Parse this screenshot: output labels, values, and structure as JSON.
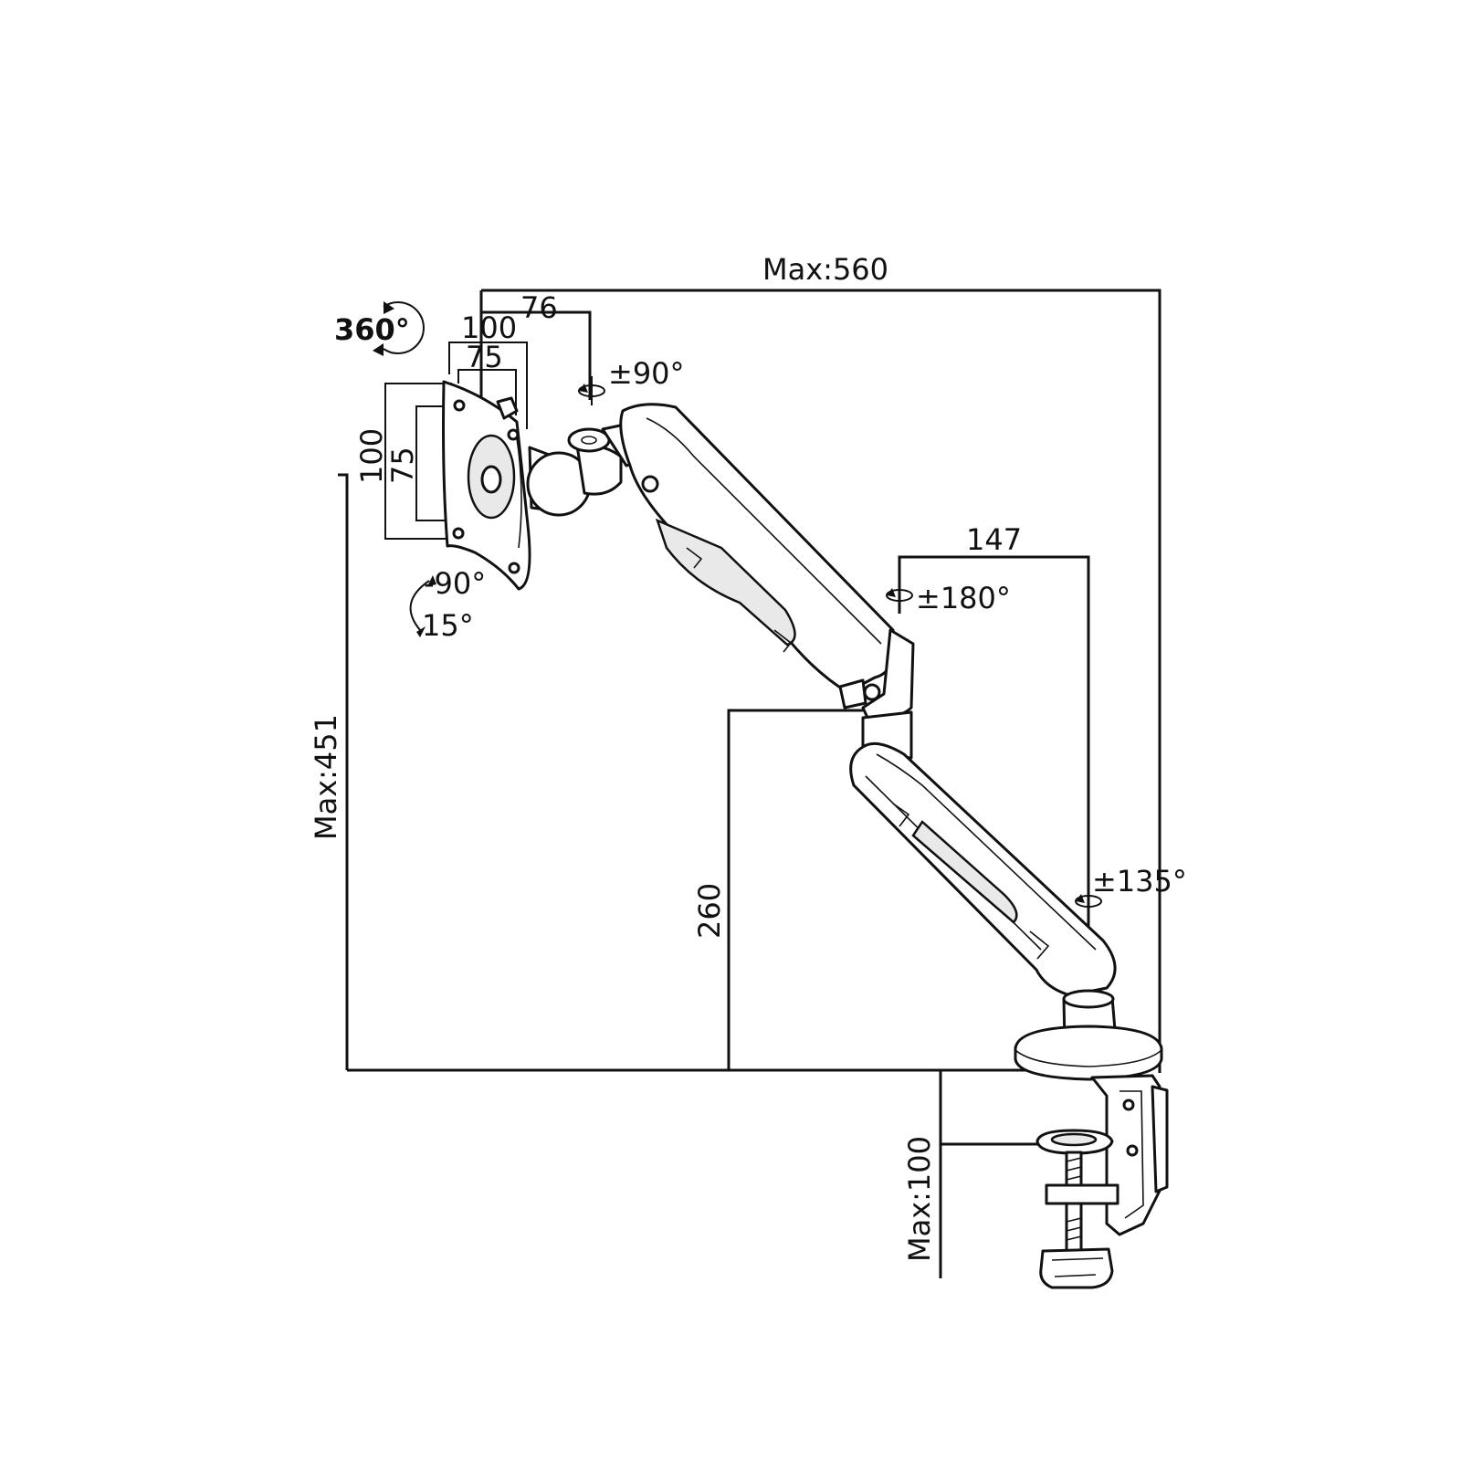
{
  "diagram": {
    "dimensions": {
      "max_reach": "Max:560",
      "joint_offset": "76",
      "vesa_outer_width": "100",
      "vesa_inner_width": "75",
      "vesa_outer_height": "100",
      "vesa_inner_height": "75",
      "forearm_span": "147",
      "max_height": "Max:451",
      "pole_height": "260",
      "max_clamp": "Max:100"
    },
    "rotations": {
      "rotation_full": "360°",
      "swivel_head": "±90°",
      "tilt_down": "-90°",
      "tilt_up": "15°",
      "swivel_elbow": "±180°",
      "swivel_base": "±135°"
    }
  }
}
